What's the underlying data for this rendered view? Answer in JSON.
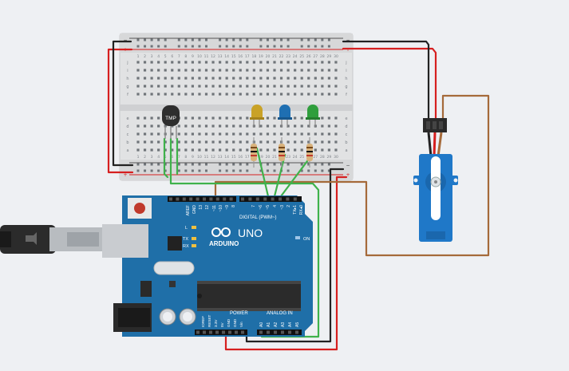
{
  "sensor": {
    "label": "TMP"
  },
  "board": {
    "brand": "ARDUINO",
    "model": "UNO",
    "digital_header": "DIGITAL (PWM~)",
    "power_header": "POWER",
    "analog_header": "ANALOG IN",
    "on_label": "ON",
    "led_l": "L",
    "led_tx": "TX",
    "led_rx": "RX",
    "digital_pins": [
      "AREF",
      "GND",
      "13",
      "12",
      "~11",
      "~10",
      "~9",
      "8",
      "7",
      "~6",
      "~5",
      "4",
      "~3",
      "2",
      "TX▸1",
      "RX◂0"
    ],
    "power_pins": [
      "IOREF",
      "RESET",
      "3.3V",
      "5V",
      "GND",
      "GND",
      "Vin"
    ],
    "analog_pins": [
      "A0",
      "A1",
      "A2",
      "A3",
      "A4",
      "A5"
    ]
  },
  "breadboard": {
    "row_letters_top": [
      "j",
      "i",
      "h",
      "g",
      "f"
    ],
    "row_letters_bottom": [
      "e",
      "d",
      "c",
      "b",
      "a"
    ],
    "columns": [
      "1",
      "2",
      "3",
      "4",
      "5",
      "6",
      "7",
      "8",
      "9",
      "10",
      "11",
      "12",
      "13",
      "14",
      "15",
      "16",
      "17",
      "18",
      "19",
      "20",
      "21",
      "22",
      "23",
      "24",
      "25",
      "26",
      "27",
      "28",
      "29",
      "30"
    ]
  },
  "colors": {
    "board": "#1f6fa8",
    "wire_red": "#d61f1f",
    "wire_black": "#222222",
    "wire_green": "#3fb24b",
    "wire_brown": "#a56a3a",
    "led_yellow": "#c9a227",
    "led_blue": "#1f6fb2",
    "led_green": "#2f9e3c",
    "servo": "#1f78c8"
  }
}
